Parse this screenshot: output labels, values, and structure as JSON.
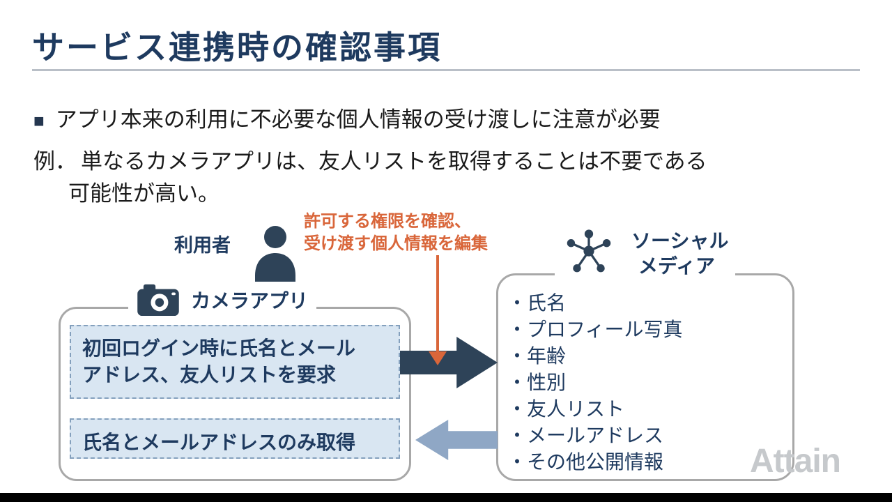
{
  "slide": {
    "title": "サービス連携時の確認事項",
    "bullet_marker": "■",
    "key_point": "アプリ本来の利用に不必要な個人情報の受け渡しに注意が必要",
    "example_prefix": "例．",
    "example_line1": "単なるカメラアプリは、友人リストを取得することは不要である",
    "example_line2": "可能性が高い。"
  },
  "diagram": {
    "user_label": "利用者",
    "permission_note_line1": "許可する権限を確認、",
    "permission_note_line2": "受け渡す個人情報を編集",
    "camera_app": {
      "label": "カメラアプリ",
      "request_line1": "初回ログイン時に氏名とメール",
      "request_line2": "アドレス、友人リストを要求",
      "result": "氏名とメールアドレスのみ取得"
    },
    "social_media": {
      "label_line1": "ソーシャル",
      "label_line2": "メディア",
      "items": [
        "・氏名",
        "・プロフィール写真",
        "・年齢",
        "・性別",
        "・友人リスト",
        "・メールアドレス",
        "・その他公開情報"
      ]
    }
  },
  "logo_text": "Attain",
  "colors": {
    "navy": "#1e3a5f",
    "icon_navy": "#2e4358",
    "orange": "#d9663a",
    "dark_arrow": "#2e4358",
    "light_arrow": "#8fa7c5",
    "panel_fill": "#d9e6f2",
    "panel_dash_border": "#84a0bd",
    "outline_gray": "#a8a8a8"
  }
}
